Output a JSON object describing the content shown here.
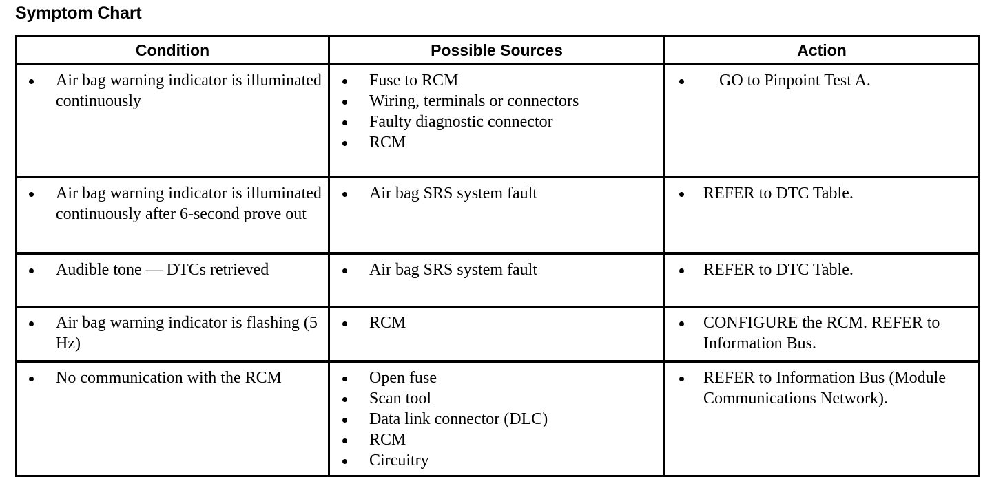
{
  "document": {
    "title": "Symptom Chart"
  },
  "table": {
    "headers": {
      "condition": "Condition",
      "sources": "Possible Sources",
      "action": "Action"
    },
    "rows": [
      {
        "condition": [
          "Air bag warning indicator is illuminated continuously"
        ],
        "sources": [
          "Fuse to RCM",
          "Wiring, terminals or connectors",
          "Faulty diagnostic connector",
          "RCM"
        ],
        "action": [
          "GO to Pinpoint Test A."
        ]
      },
      {
        "condition": [
          "Air bag warning indicator is illuminated continuously after 6-second prove out"
        ],
        "sources": [
          "Air bag SRS system fault"
        ],
        "action": [
          "REFER to DTC Table."
        ]
      },
      {
        "condition": [
          "Audible tone — DTCs retrieved"
        ],
        "sources": [
          "Air bag SRS system fault"
        ],
        "action": [
          "REFER to DTC Table."
        ]
      },
      {
        "condition": [
          "Air bag warning indicator is flashing (5 Hz)"
        ],
        "sources": [
          "RCM"
        ],
        "action": [
          "CONFIGURE the RCM. REFER to Information Bus."
        ]
      },
      {
        "condition": [
          "No communication with the RCM"
        ],
        "sources": [
          "Open fuse",
          "Scan tool",
          "Data link connector (DLC)",
          "RCM",
          "Circuitry"
        ],
        "action": [
          "REFER to Information Bus (Module Communications Network)."
        ]
      }
    ]
  },
  "style": {
    "text_color": "#000000",
    "background_color": "#ffffff",
    "border_color": "#000000"
  }
}
